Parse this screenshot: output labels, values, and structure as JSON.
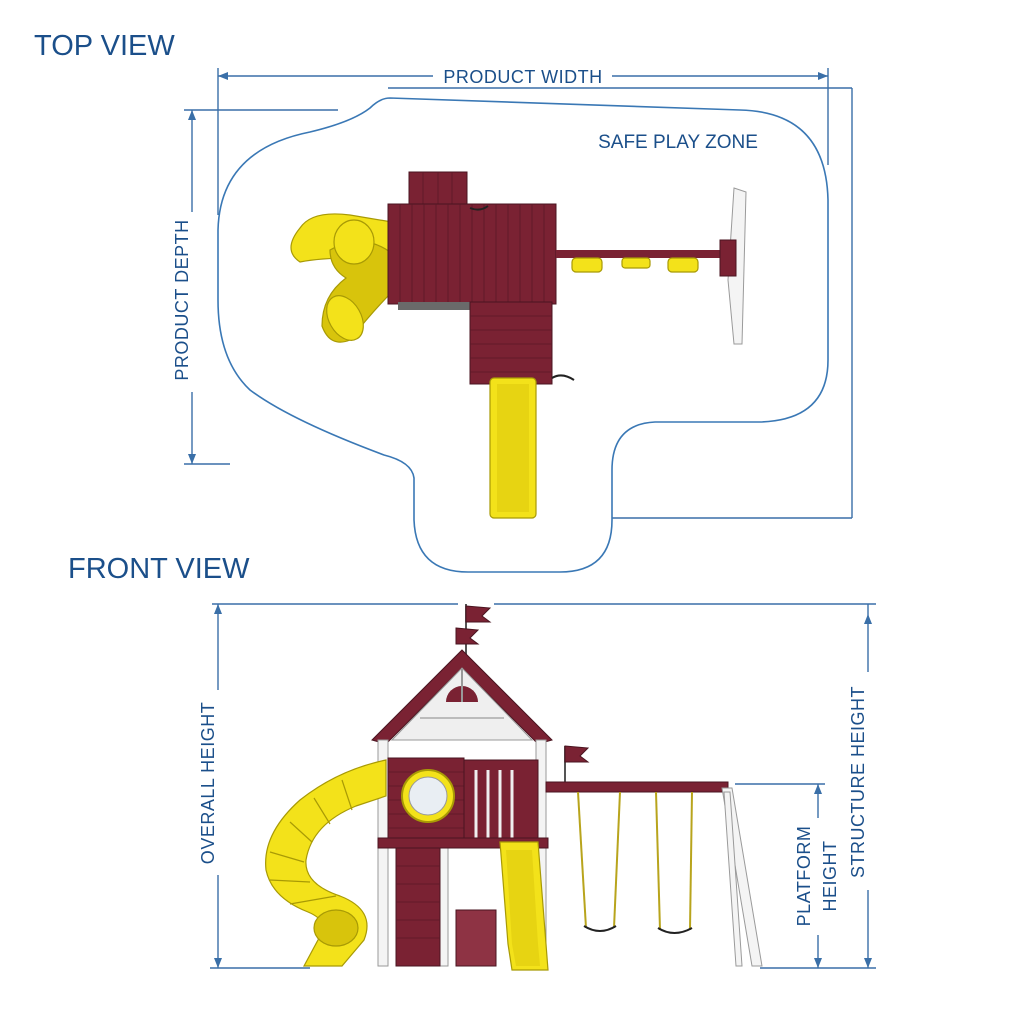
{
  "top_view": {
    "title": "TOP VIEW",
    "width_label": "PRODUCT WIDTH",
    "depth_label": "PRODUCT DEPTH",
    "zone_label": "SAFE PLAY ZONE"
  },
  "front_view": {
    "title": "FRONT VIEW",
    "overall_height_label": "OVERALL HEIGHT",
    "structure_height_label": "STRUCTURE HEIGHT",
    "platform_height_label_line1": "PLATFORM",
    "platform_height_label_line2": "HEIGHT"
  },
  "colors": {
    "text": "#1b4f8a",
    "dimension_lines": "#3a6fa8",
    "wood": "#7a2233",
    "slide": "#f3e21a",
    "posts": "#f4f4f4"
  }
}
